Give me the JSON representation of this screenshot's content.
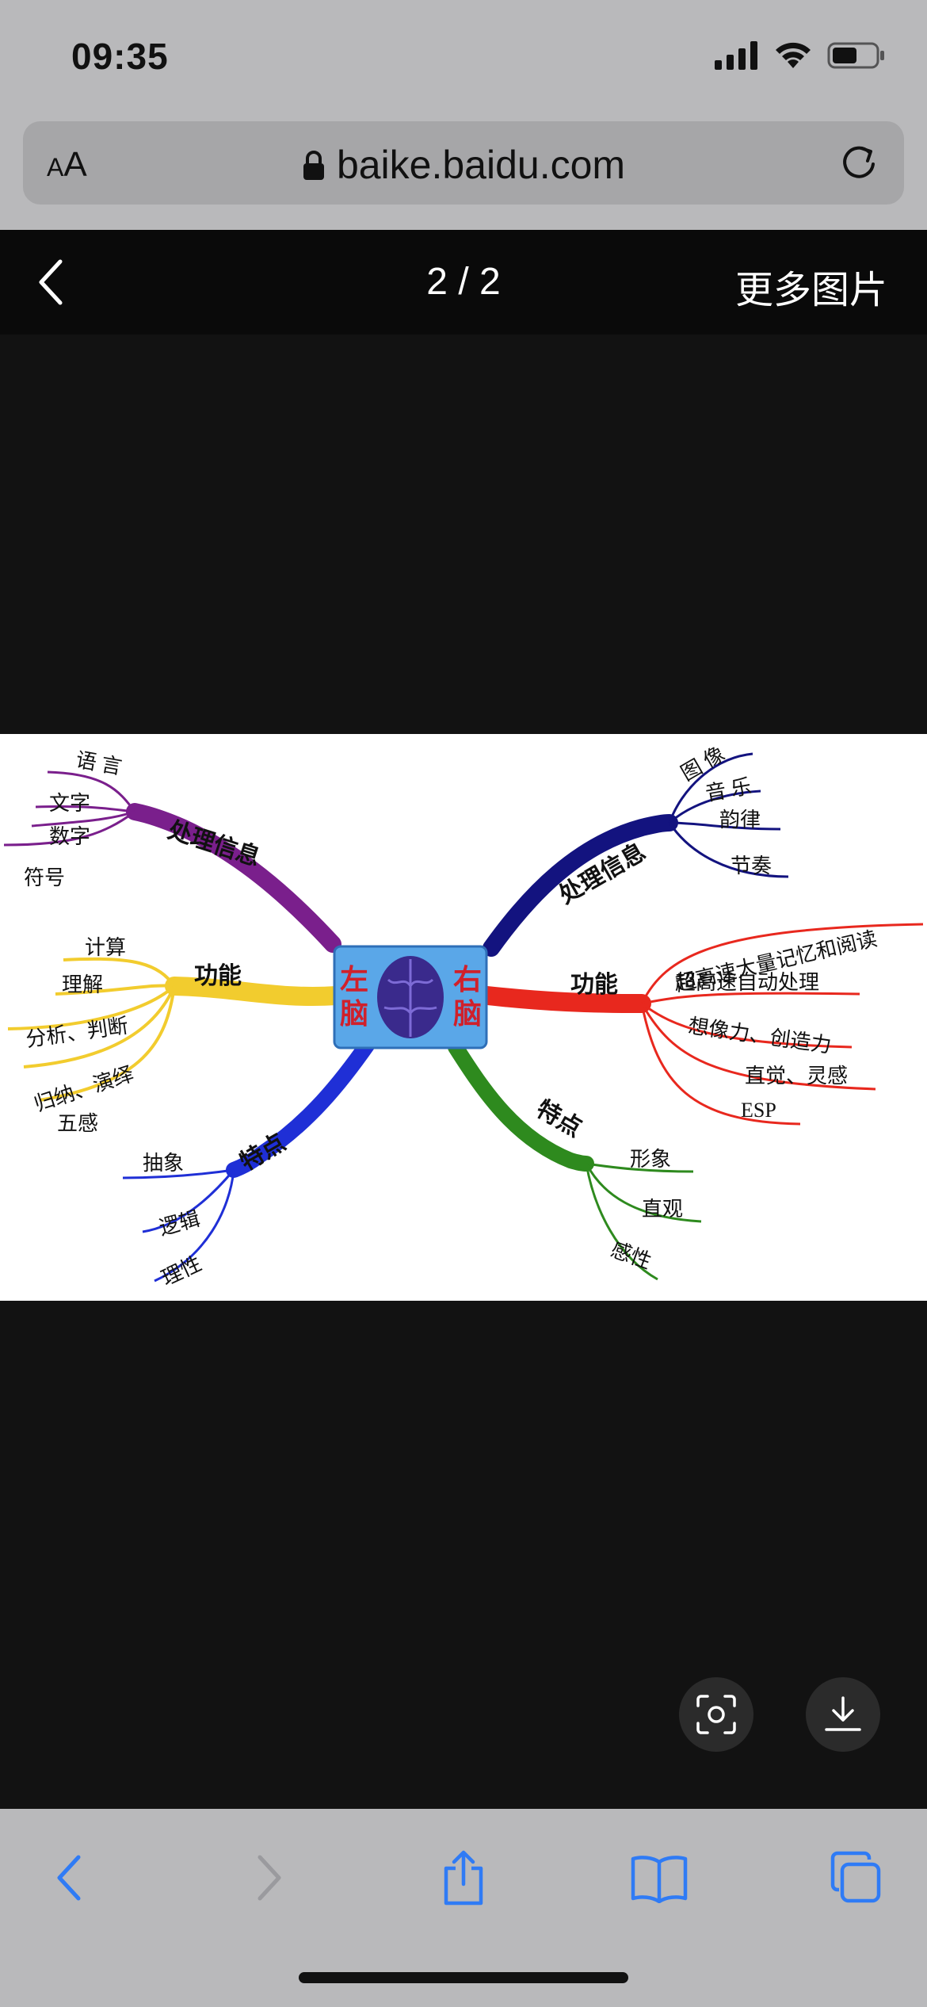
{
  "status": {
    "time": "09:35"
  },
  "browser": {
    "url": "baike.baidu.com",
    "text_size_label_small": "A",
    "text_size_label_large": "A"
  },
  "viewer": {
    "counter": "2 / 2",
    "more_label": "更多图片"
  },
  "mindmap": {
    "center_left": [
      "左",
      "脑"
    ],
    "center_right": [
      "右",
      "脑"
    ],
    "left": {
      "processing": {
        "label": "处理信息",
        "items": [
          "语 言",
          "文字",
          "数字",
          "符号"
        ]
      },
      "function": {
        "label": "功能",
        "items": [
          "计算",
          "理解",
          "分析、判断",
          "归纳、演绎",
          "五感"
        ]
      },
      "traits": {
        "label": "特点",
        "items": [
          "抽象",
          "逻辑",
          "理性"
        ]
      }
    },
    "right": {
      "processing": {
        "label": "处理信息",
        "items": [
          "图 像",
          "音 乐",
          "韵律",
          "节奏"
        ]
      },
      "function": {
        "label": "功能",
        "items": [
          "超高速大量记忆和阅读",
          "超高速自动处理",
          "想像力、创造力",
          "直觉、灵感",
          "ESP"
        ]
      },
      "traits": {
        "label": "特点",
        "items": [
          "形象",
          "直观",
          "感性"
        ]
      }
    },
    "colors": {
      "purple": "#7a1f8c",
      "yellow": "#f2cc2e",
      "blue": "#1f2fd6",
      "navy": "#13137f",
      "red": "#e8281e",
      "green": "#2e8a1e"
    }
  },
  "icons": {
    "back": "chevron-left-icon",
    "forward": "chevron-right-icon",
    "share": "share-icon",
    "bookmarks": "book-icon",
    "tabs": "tabs-icon",
    "scan": "scan-icon",
    "download": "download-icon"
  }
}
